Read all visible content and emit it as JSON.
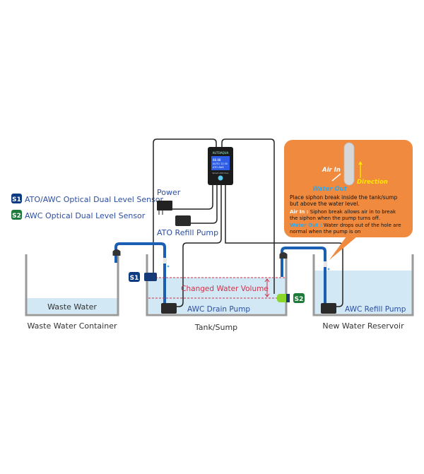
{
  "legend": {
    "items": [
      {
        "badge": "S1",
        "label": "ATO/AWC Optical Dual Level Sensor",
        "color": "#0d3b82"
      },
      {
        "badge": "S2",
        "label": "AWC Optical Dual Level Sensor",
        "color": "#1e7a3a"
      }
    ]
  },
  "controller": {
    "brand": "AUTOAQUA",
    "screen_lines": [
      "88.88",
      "AUTO 12:30",
      "ATO AWC"
    ],
    "footer": "Smart ATO Duo"
  },
  "labels": {
    "power": "Power",
    "ato_refill_pump": "ATO Refill Pump",
    "changed_water_volume": "Changed Water Volume",
    "awc_drain_pump": "AWC Drain Pump",
    "awc_refill_pump": "AWC Refill Pump",
    "waste_water": "Waste Water",
    "waste_water_container": "Waste Water Container",
    "tank_sump": "Tank/Sump",
    "new_water_reservoir": "New Water Reservoir",
    "sensor_s1": "S1",
    "sensor_s2": "S2"
  },
  "callout": {
    "air_in_label": "Air In",
    "direction_label": "Direction",
    "water_out_label": "Water Out",
    "main_text_1": "Place siphon break inside the tank/sump",
    "main_text_2": "but above the water level.",
    "air_in_title": "Air In :",
    "air_in_text_1": " Siphon break allows air in to break",
    "air_in_text_2": "the siphon when the pump turns off.",
    "water_out_title": "Water Out :",
    "water_out_text_1": " Water drops out of the hole are",
    "water_out_text_2": "normal when the pump is on"
  },
  "colors": {
    "callout_bg": "#ef8a3e",
    "water": "#d2e8f5",
    "tube": "#1a5fb4",
    "tank_wall": "#9a9a9a",
    "label_blue": "#2b4ea3",
    "volume_red": "#d0324a",
    "s1": "#0d3b82",
    "s2": "#1e7a3a"
  }
}
